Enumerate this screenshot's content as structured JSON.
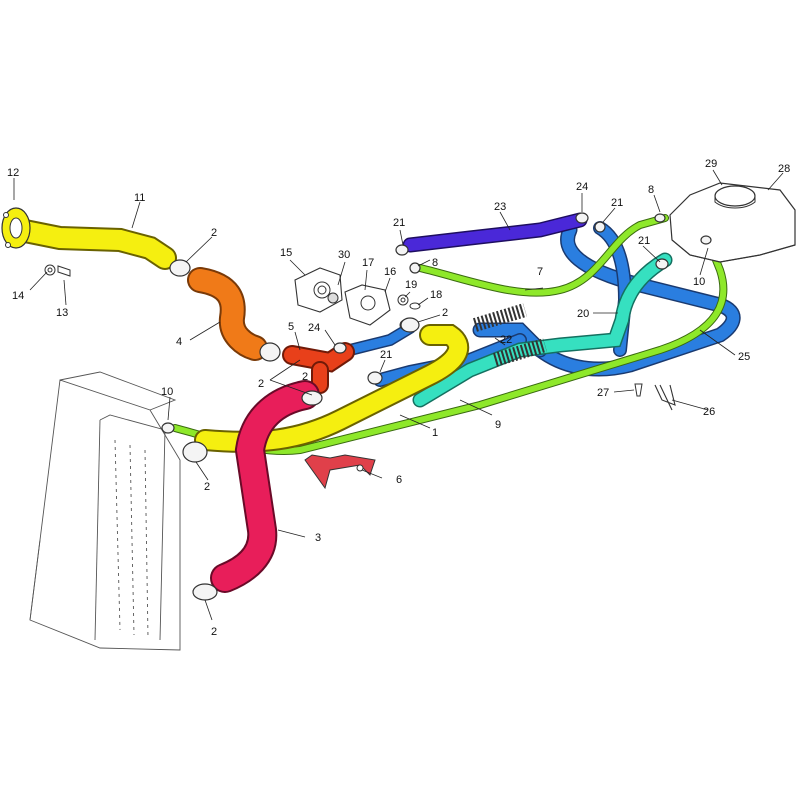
{
  "diagram": {
    "labels": {
      "l1": "1",
      "l2a": "2",
      "l2b": "2",
      "l2c": "2",
      "l2d": "2",
      "l2e": "2",
      "l2f": "2",
      "l3": "3",
      "l4": "4",
      "l5": "5",
      "l6": "6",
      "l7": "7",
      "l8a": "8",
      "l8b": "8",
      "l9": "9",
      "l10a": "10",
      "l10b": "10",
      "l11": "11",
      "l12": "12",
      "l13": "13",
      "l14": "14",
      "l15": "15",
      "l16": "16",
      "l17": "17",
      "l18": "18",
      "l19": "19",
      "l20": "20",
      "l21a": "21",
      "l21b": "21",
      "l21c": "21",
      "l21d": "21",
      "l22": "22",
      "l23": "23",
      "l24a": "24",
      "l24b": "24",
      "l25": "25",
      "l26": "26",
      "l27": "27",
      "l28": "28",
      "l29": "29",
      "l30": "30"
    },
    "colors": {
      "yellow": "#f5ef10",
      "orange": "#f07a18",
      "red": "#e8401a",
      "crimson": "#e81e5a",
      "green": "#8ee82a",
      "cyan": "#36e0c0",
      "blue": "#2a7ee0",
      "purple": "#4a28d8",
      "bracket": "#e0404a"
    },
    "icons": {
      "radiator": "radiator-outline-icon",
      "clamp": "hose-clamp-icon",
      "tank": "expansion-tank-icon",
      "thermostat": "thermostat-housing-icon"
    }
  }
}
